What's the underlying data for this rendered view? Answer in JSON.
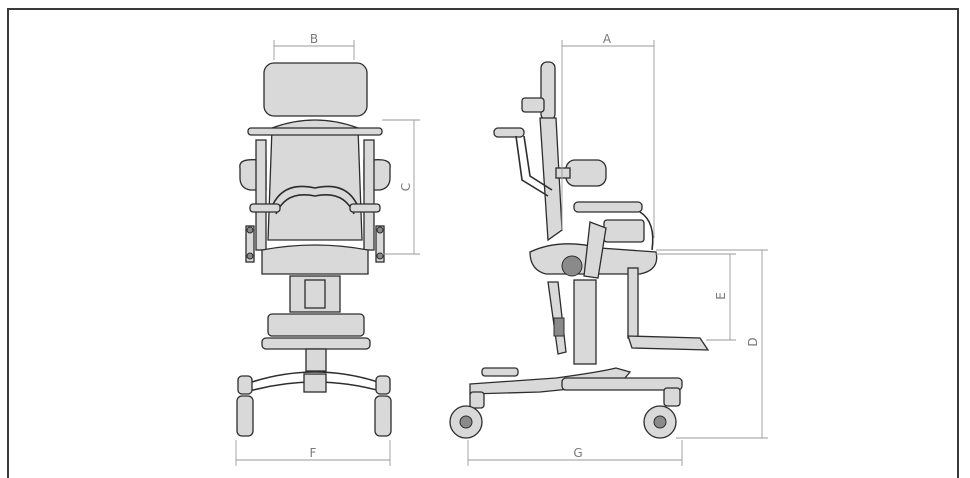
{
  "diagram": {
    "front_view": {
      "dimension_labels": {
        "top": "B",
        "right": "C",
        "bottom": "F"
      }
    },
    "side_view": {
      "dimension_labels": {
        "top": "A",
        "right_inner": "E",
        "right_outer": "D",
        "bottom": "G"
      }
    },
    "colors": {
      "outline": "#2d2d2d",
      "dimension": "#9a9a9a",
      "frame": "#3a3a3a"
    }
  }
}
